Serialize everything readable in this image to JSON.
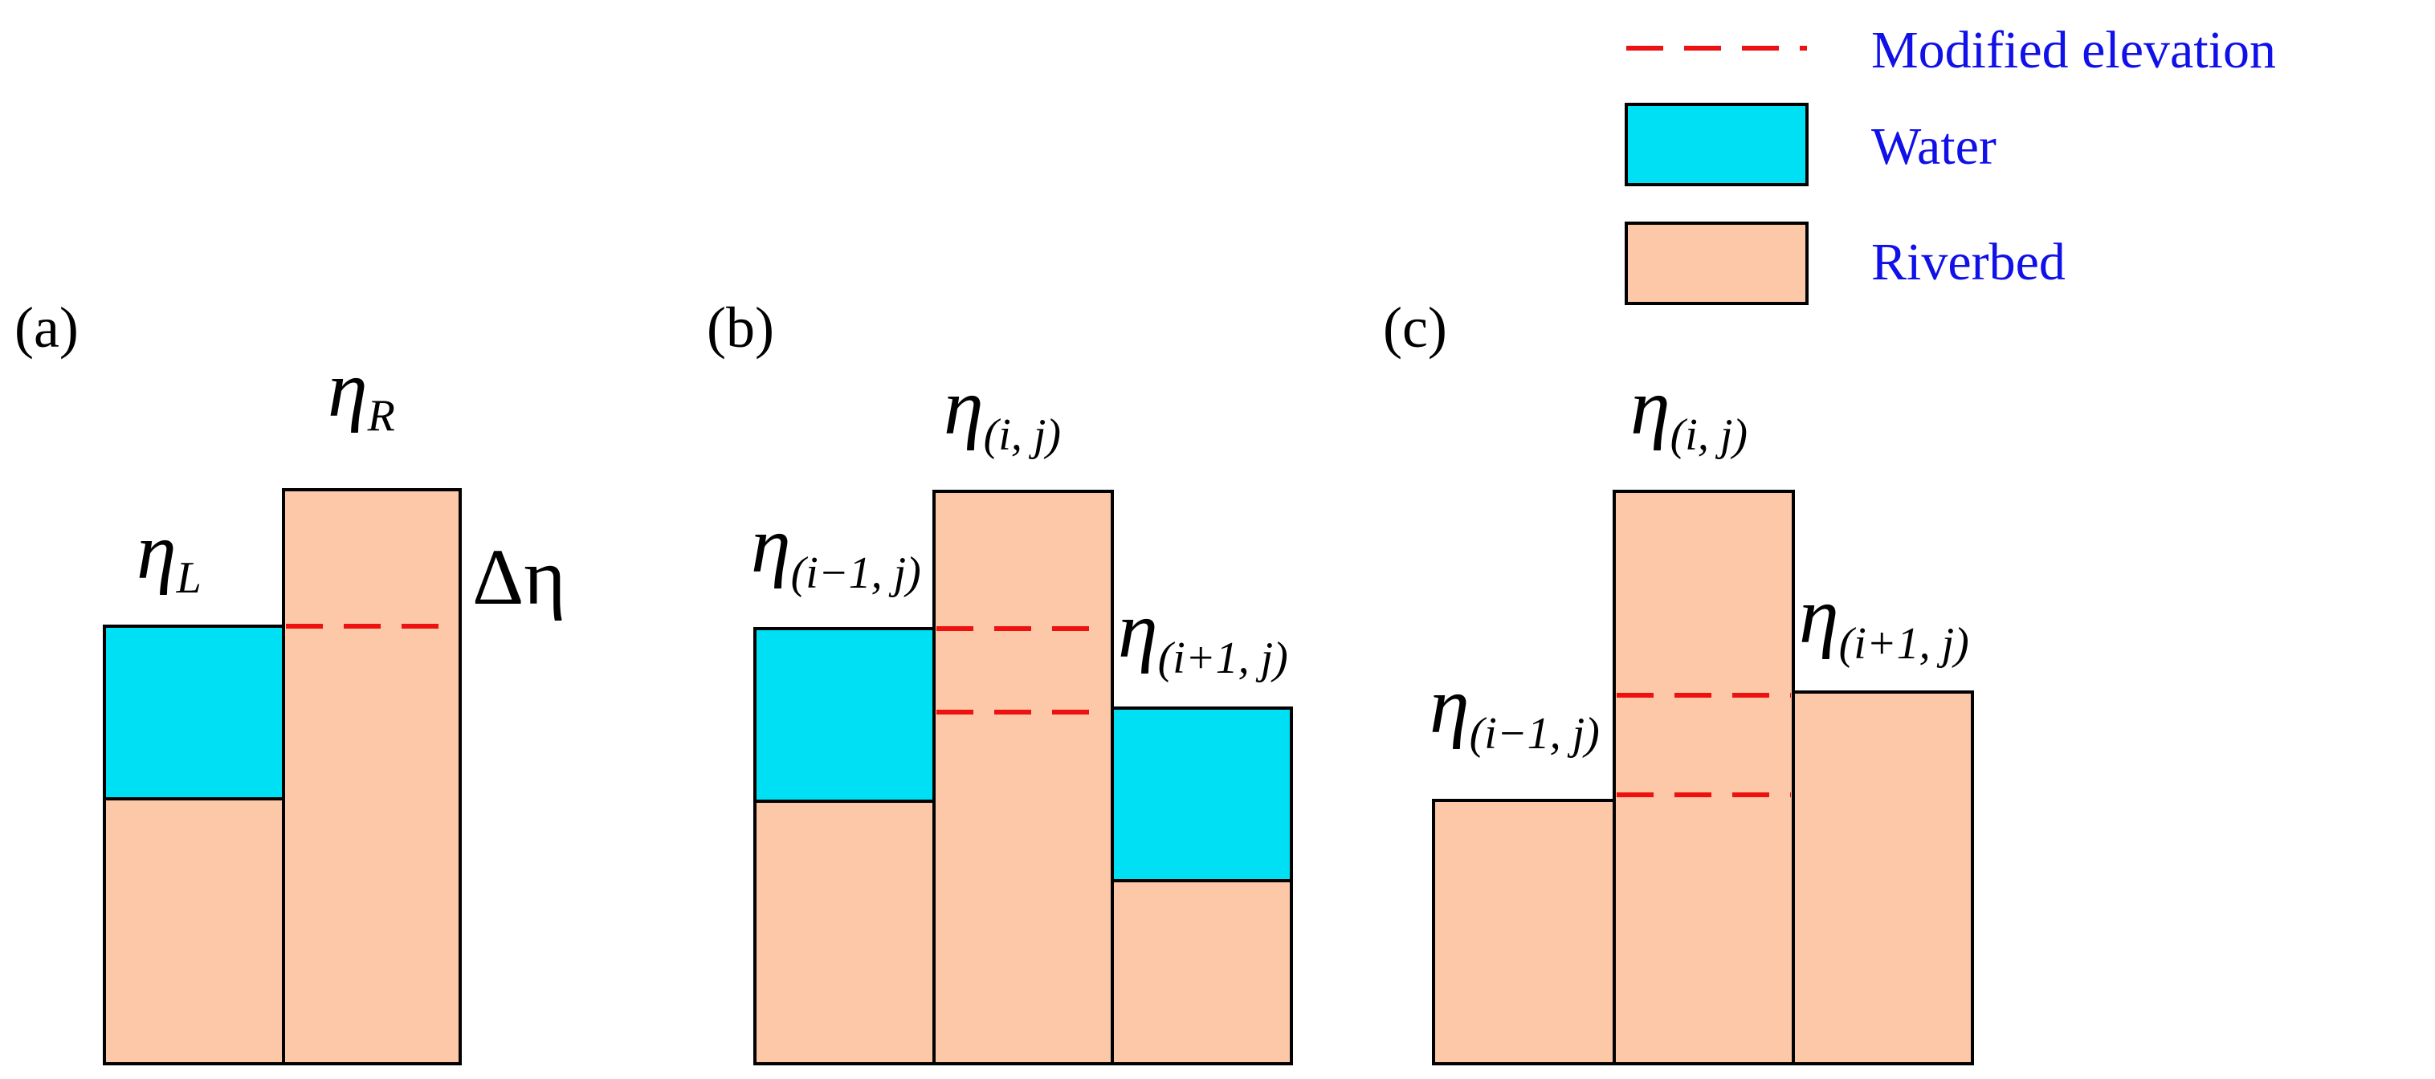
{
  "legend": {
    "modified_elevation": "Modified elevation",
    "water": "Water",
    "riverbed": "Riverbed"
  },
  "colors": {
    "riverbed": "#fcc8a8",
    "water": "#00e0f4",
    "modified_elevation_line": "#ee1111",
    "legend_text": "#1010e8"
  },
  "panels": {
    "a": {
      "label": "(a)",
      "eta_left": {
        "sym": "η",
        "sub": "L"
      },
      "eta_right": {
        "sym": "η",
        "sub": "R"
      },
      "delta": "Δη"
    },
    "b": {
      "label": "(b)",
      "eta_center": {
        "sym": "η",
        "sub": "(i, j)"
      },
      "eta_left": {
        "sym": "η",
        "sub": "(i−1, j)"
      },
      "eta_right": {
        "sym": "η",
        "sub": "(i+1, j)"
      }
    },
    "c": {
      "label": "(c)",
      "eta_center": {
        "sym": "η",
        "sub": "(i, j)"
      },
      "eta_left": {
        "sym": "η",
        "sub": "(i−1, j)"
      },
      "eta_right": {
        "sym": "η",
        "sub": "(i+1, j)"
      }
    }
  }
}
